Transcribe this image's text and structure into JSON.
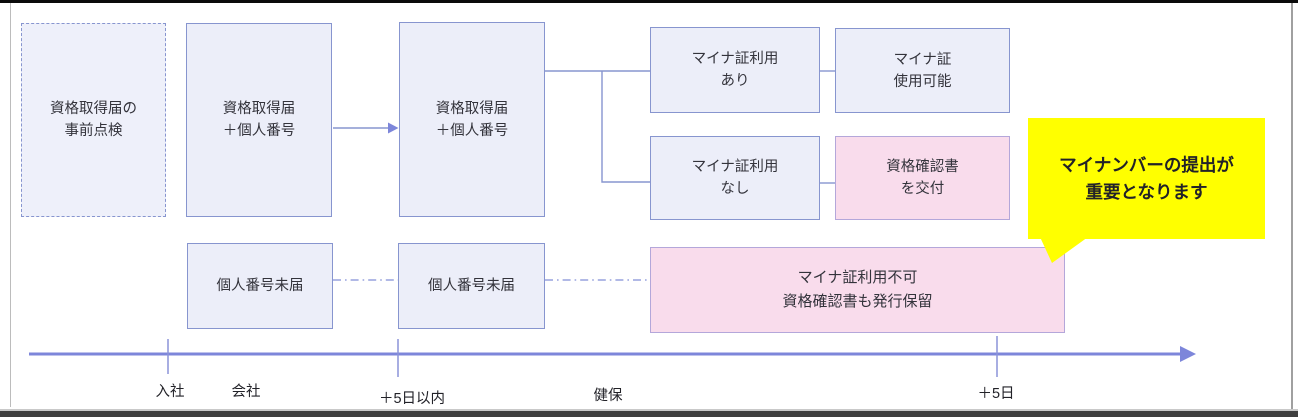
{
  "colors": {
    "box_fill": "#eceef9",
    "box_border": "#8795cf",
    "pink_fill": "#f9dcec",
    "pink_border": "#b4a7da",
    "callout_fill": "#ffff00",
    "connector": "#8795cf",
    "timeline": "#7d86da",
    "text": "#33333b"
  },
  "boxes": [
    {
      "id": "precheck",
      "lines": [
        "資格取得届の",
        "事前点検"
      ]
    },
    {
      "id": "company-submit",
      "lines": [
        "資格取得届",
        "＋個人番号"
      ]
    },
    {
      "id": "kenpo-submit",
      "lines": [
        "資格取得届",
        "＋個人番号"
      ]
    },
    {
      "id": "myna-use-yes",
      "lines": [
        "マイナ証利用",
        "あり"
      ]
    },
    {
      "id": "myna-use-no",
      "lines": [
        "マイナ証利用",
        "なし"
      ]
    },
    {
      "id": "myna-usable",
      "lines": [
        "マイナ証",
        "使用可能"
      ]
    },
    {
      "id": "certificate-issue",
      "lines": [
        "資格確認書",
        "を交付"
      ]
    },
    {
      "id": "number-pending-1",
      "lines": [
        "個人番号未届"
      ]
    },
    {
      "id": "number-pending-2",
      "lines": [
        "個人番号未届"
      ]
    },
    {
      "id": "myna-unusable",
      "lines": [
        "マイナ証利用不可",
        "資格確認書も発行保留"
      ]
    }
  ],
  "callout": {
    "lines": [
      "マイナンバーの提出が",
      "重要となります"
    ]
  },
  "timeline": {
    "labels": [
      "入社",
      "会社",
      "＋5日以内",
      "健保",
      "＋5日"
    ]
  }
}
